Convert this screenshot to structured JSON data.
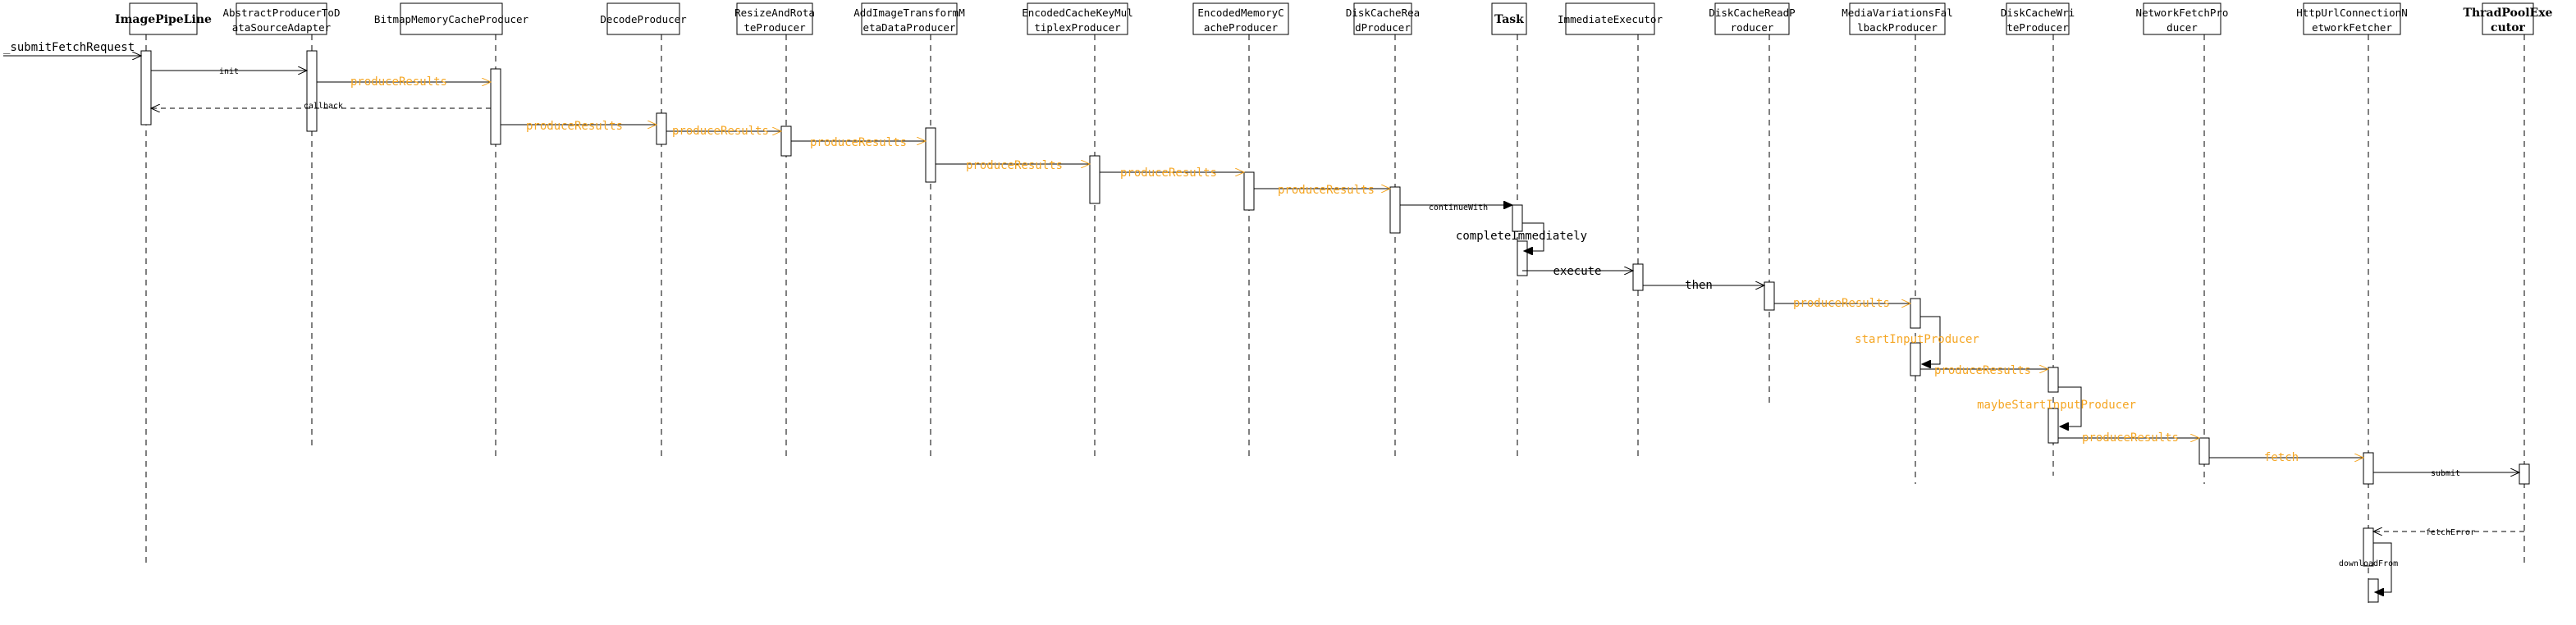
{
  "colors": {
    "primary_message": "#f5a623",
    "secondary_message": "#000000",
    "line": "#000000",
    "background": "#ffffff"
  },
  "participants": [
    {
      "id": "p0",
      "lines": [
        "ImagePipeLine"
      ],
      "bold": true
    },
    {
      "id": "p1",
      "lines": [
        "AbstractProducerToD",
        "ataSourceAdapter"
      ],
      "bold": false
    },
    {
      "id": "p2",
      "lines": [
        "BitmapMemoryCacheProducer"
      ],
      "bold": false
    },
    {
      "id": "p3",
      "lines": [
        "DecodeProducer"
      ],
      "bold": false
    },
    {
      "id": "p4",
      "lines": [
        "ResizeAndRota",
        "teProducer"
      ],
      "bold": false
    },
    {
      "id": "p5",
      "lines": [
        "AddImageTransformM",
        "etaDataProducer"
      ],
      "bold": false
    },
    {
      "id": "p6",
      "lines": [
        "EncodedCacheKeyMul",
        "tiplexProducer"
      ],
      "bold": false
    },
    {
      "id": "p7",
      "lines": [
        "EncodedMemoryC",
        "acheProducer"
      ],
      "bold": false
    },
    {
      "id": "p8",
      "lines": [
        "DiskCacheRea",
        "dProducer"
      ],
      "bold": false
    },
    {
      "id": "p9",
      "lines": [
        "Task"
      ],
      "bold": true
    },
    {
      "id": "p10",
      "lines": [
        "ImmediateExecutor"
      ],
      "bold": false
    },
    {
      "id": "p11",
      "lines": [
        "DiskCacheReadP",
        "roducer"
      ],
      "bold": false
    },
    {
      "id": "p12",
      "lines": [
        "MediaVariationsFal",
        "lbackProducer"
      ],
      "bold": false
    },
    {
      "id": "p13",
      "lines": [
        "DiskCacheWri",
        "teProducer"
      ],
      "bold": false
    },
    {
      "id": "p14",
      "lines": [
        "NetworkFetchPro",
        "ducer"
      ],
      "bold": false
    },
    {
      "id": "p15",
      "lines": [
        "HttpUrlConnectionN",
        "etworkFetcher"
      ],
      "bold": false
    },
    {
      "id": "p16",
      "lines": [
        "ThradPoolExe",
        "cutor"
      ],
      "bold": true
    }
  ],
  "messages": [
    {
      "label": "_submitFetchRequest",
      "style": "found"
    },
    {
      "label": "init",
      "style": "small"
    },
    {
      "label": "produceResults",
      "style": "primary"
    },
    {
      "label": "callback",
      "style": "small-return"
    },
    {
      "label": "produceResults",
      "style": "primary"
    },
    {
      "label": "produceResults",
      "style": "primary"
    },
    {
      "label": "produceResults",
      "style": "primary"
    },
    {
      "label": "produceResults",
      "style": "primary"
    },
    {
      "label": "produceResults",
      "style": "primary"
    },
    {
      "label": "produceResults",
      "style": "primary"
    },
    {
      "label": "continueWith",
      "style": "small"
    },
    {
      "label": "completeImmediately",
      "style": "self"
    },
    {
      "label": "execute",
      "style": "normal"
    },
    {
      "label": "then",
      "style": "normal"
    },
    {
      "label": "produceResults",
      "style": "primary"
    },
    {
      "label": "startInputProducer",
      "style": "primary-self"
    },
    {
      "label": "produceResults",
      "style": "primary"
    },
    {
      "label": "maybeStartInputProducer",
      "style": "primary-self"
    },
    {
      "label": "produceResults",
      "style": "primary"
    },
    {
      "label": "fetch",
      "style": "primary"
    },
    {
      "label": "submit",
      "style": "small"
    },
    {
      "label": "fetchError",
      "style": "small-return"
    },
    {
      "label": "downloadFrom",
      "style": "small-self"
    }
  ]
}
